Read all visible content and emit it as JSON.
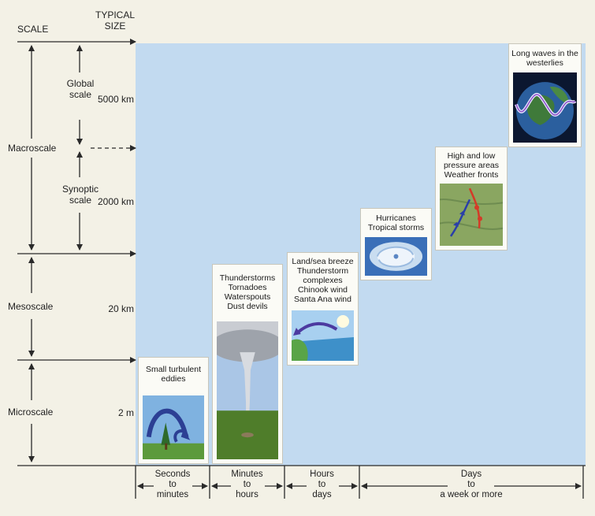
{
  "headers": {
    "scale": "SCALE",
    "typical_size": "TYPICAL\nSIZE"
  },
  "scales": {
    "global": "Global\nscale",
    "synoptic": "Synoptic\nscale",
    "macro": "Macroscale",
    "meso": "Mesoscale",
    "micro": "Microscale"
  },
  "sizes": {
    "s5000": "5000 km",
    "s2000": "2000 km",
    "s20": "20 km",
    "s2m": "2 m"
  },
  "phenomena": {
    "eddies": "Small turbulent\neddies",
    "thunder": "Thunderstorms\nTornadoes\nWaterspouts\nDust devils",
    "landsea": "Land/sea breeze\nThunderstorm\ncomplexes\nChinook wind\nSanta Ana wind",
    "hurricanes": "Hurricanes\nTropical storms",
    "pressure": "High and low\npressure areas\nWeather fronts",
    "longwaves": "Long waves in the\nwesterlies"
  },
  "timescales": {
    "seconds": "Seconds\nto\nminutes",
    "minutes": "Minutes\nto\nhours",
    "hours": "Hours\nto\ndays",
    "days": "Days\nto\na week or more"
  },
  "colors": {
    "sky": "#c2daf0",
    "background": "#f3f1e6",
    "arrow": "#2a2a2a"
  }
}
